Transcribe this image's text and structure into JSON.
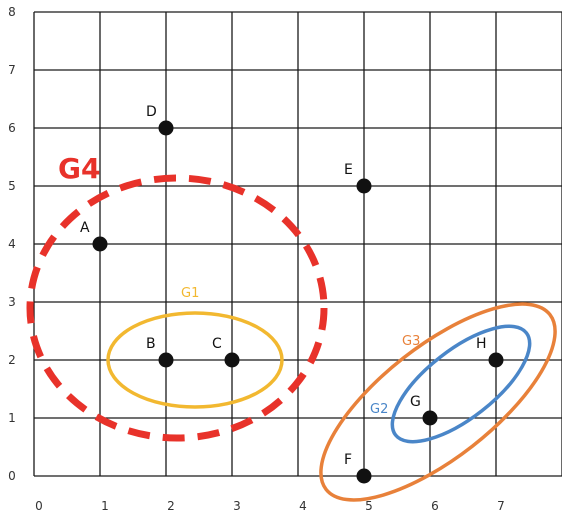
{
  "diagram": {
    "x_ticks": [
      "0",
      "1",
      "2",
      "3",
      "4",
      "5",
      "6",
      "7"
    ],
    "y_ticks": [
      "0",
      "1",
      "2",
      "3",
      "4",
      "5",
      "6",
      "7",
      "8"
    ],
    "points": [
      {
        "label": "A",
        "x": 1,
        "y": 4
      },
      {
        "label": "B",
        "x": 2,
        "y": 2
      },
      {
        "label": "C",
        "x": 3,
        "y": 2
      },
      {
        "label": "D",
        "x": 2,
        "y": 6
      },
      {
        "label": "E",
        "x": 5,
        "y": 5
      },
      {
        "label": "F",
        "x": 5,
        "y": 0
      },
      {
        "label": "G",
        "x": 6,
        "y": 1
      },
      {
        "label": "H",
        "x": 7,
        "y": 2
      }
    ],
    "groups": [
      {
        "label": "G1",
        "color": "#F2B830"
      },
      {
        "label": "G2",
        "color": "#4A86C8"
      },
      {
        "label": "G3",
        "color": "#E8813A"
      },
      {
        "label": "G4",
        "color": "#E8322A"
      }
    ]
  }
}
